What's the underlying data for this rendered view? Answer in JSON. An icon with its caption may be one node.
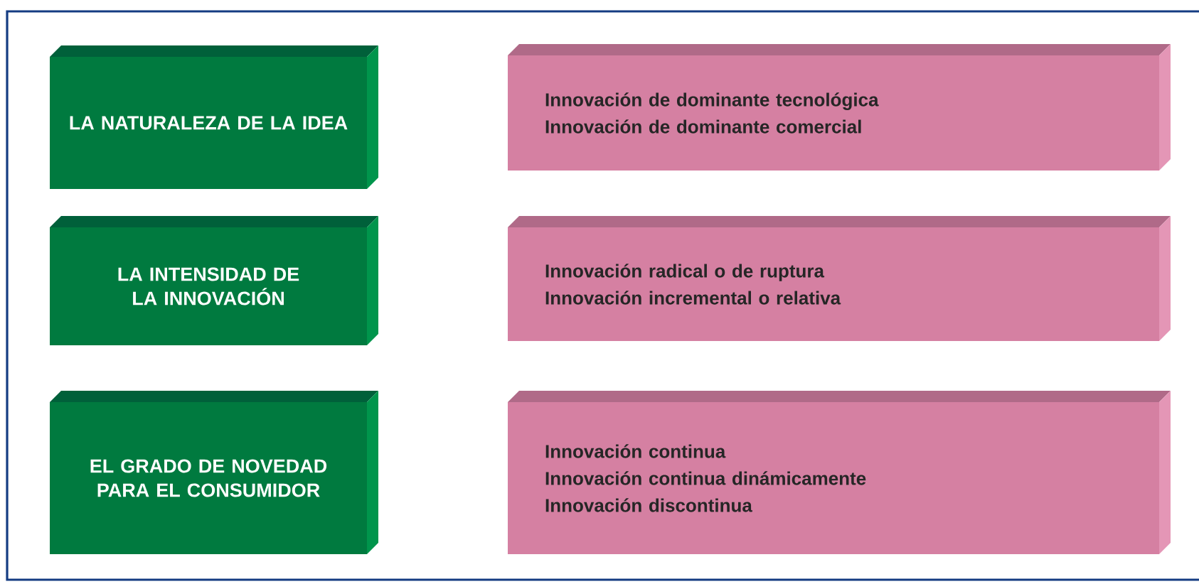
{
  "diagram": {
    "nodes": [
      {
        "text": [
          "LA NATURALEZA DE LA IDEA"
        ]
      },
      {
        "text": [
          "Innovación de dominante tecnológica",
          "Innovación de dominante comercial"
        ]
      },
      {
        "text": [
          "LA INTENSIDAD DE LA INNOVACIÓN"
        ]
      },
      {
        "text": [
          "Innovación radical o de ruptura",
          "Innovación incremental o relativa"
        ]
      },
      {
        "text": [
          "EL GRADO DE NOVEDAD PARA EL CONSUMIDOR"
        ]
      },
      {
        "text": [
          "Innovación continua",
          "Innovación continua dinámicamente",
          "Innovación discontinua"
        ]
      }
    ]
  }
}
